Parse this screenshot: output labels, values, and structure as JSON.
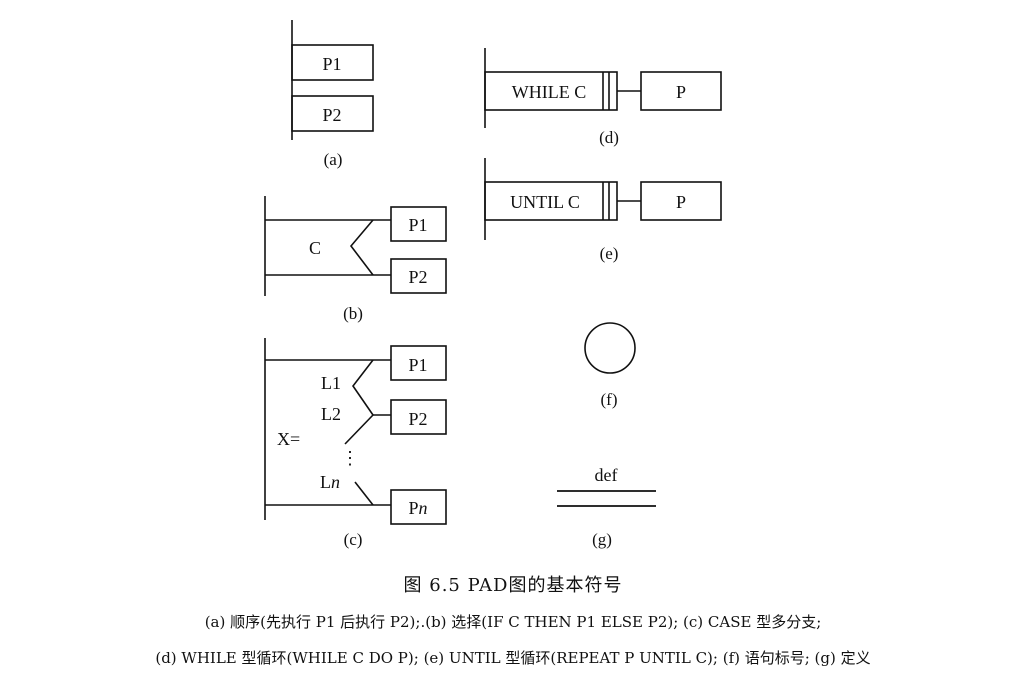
{
  "diagram": {
    "a": {
      "box1": "P1",
      "box2": "P2",
      "label": "(a)"
    },
    "b": {
      "condition": "C",
      "box1": "P1",
      "box2": "P2",
      "label": "(b)"
    },
    "c": {
      "variable": "X=",
      "case1": "L1",
      "case2": "L2",
      "ellipsis": "⋮",
      "case_n": "L",
      "case_n_italic": "n",
      "box1": "P1",
      "box2": "P2",
      "box_n": "P",
      "box_n_italic": "n",
      "label": "(c)"
    },
    "d": {
      "loop": "WHILE C",
      "body": "P",
      "label": "(d)"
    },
    "e": {
      "loop": "UNTIL C",
      "body": "P",
      "label": "(e)"
    },
    "f": {
      "label": "(f)"
    },
    "g": {
      "def": "def",
      "label": "(g)"
    }
  },
  "caption": {
    "title": "图 6.5   PAD图的基本符号",
    "line1": "(a) 顺序(先执行 P1 后执行 P2);.(b) 选择(IF C THEN P1 ELSE P2); (c) CASE 型多分支;",
    "line2": "(d) WHILE 型循环(WHILE C DO P); (e) UNTIL 型循环(REPEAT P UNTIL C); (f) 语句标号; (g) 定义"
  }
}
